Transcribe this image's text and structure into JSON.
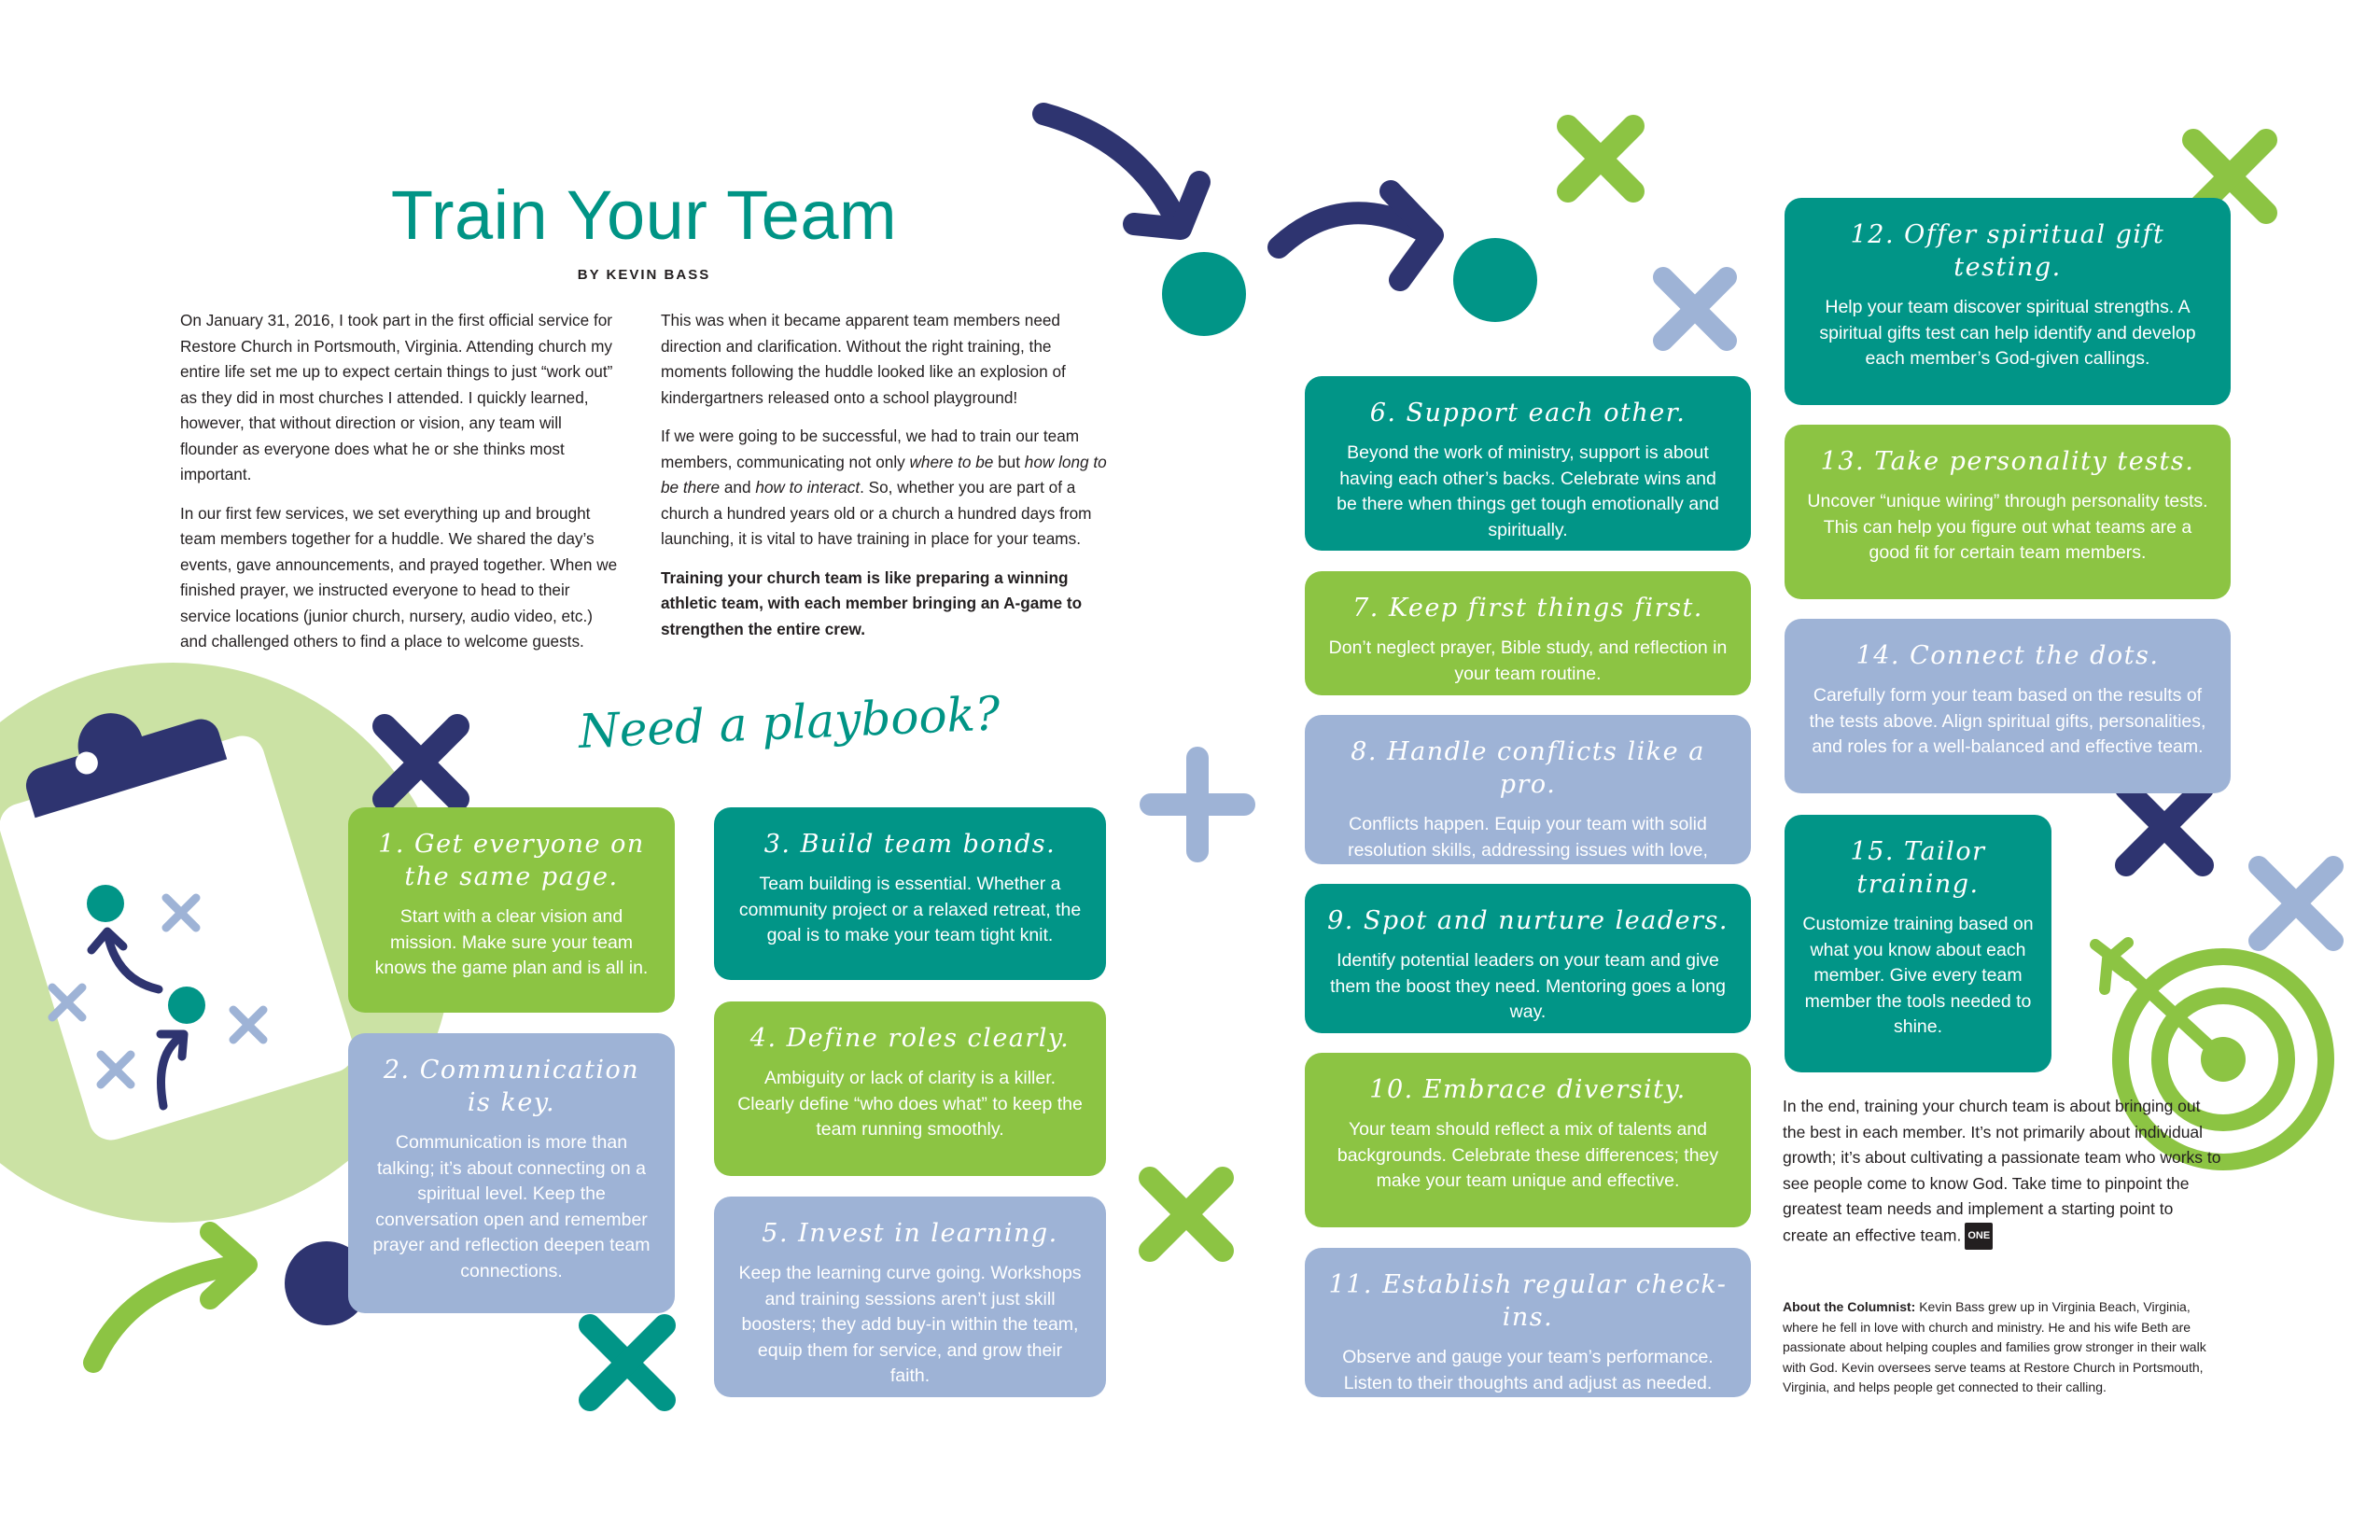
{
  "article": {
    "title": "Train Your Team",
    "byline": "BY KEVIN BASS",
    "col1": {
      "p1": "On January 31, 2016, I took part in the first official service for Restore Church in Portsmouth, Virginia. Attending church my entire life set me up to expect certain things to just “work out” as they did in most churches I attended. I quickly learned, however, that without direction or vision, any team will flounder as everyone does what he or she thinks most important.",
      "p2": "In our first few services, we set everything up and brought team members together for a huddle. We shared the day’s events, gave announcements, and prayed together. When we finished prayer, we instructed everyone to head to their service locations (junior church, nursery, audio video, etc.) and challenged others to find a place to welcome guests."
    },
    "col2": {
      "p1": "This was when it became apparent team members need direction and clarification. Without the right training, the moments following the huddle looked like an explosion of kindergartners released onto a school playground!",
      "p2_a": "If we were going to be successful, we had to train our team members, communicating not only ",
      "p2_b": "where to be",
      "p2_c": " but ",
      "p2_d": "how long to be there",
      "p2_e": " and ",
      "p2_f": "how to interact",
      "p2_g": ". So, whether you are part of a church a hundred years old or a church a hundred days from launching, it is vital to have training in place for your teams.",
      "p3": "Training your church team is like preparing a winning athletic team, with each member bringing an A-game to strengthen the entire crew."
    },
    "playbook_heading": "Need a playbook?"
  },
  "tips": [
    {
      "title": "1. Get everyone on the same page.",
      "body": "Start with a clear vision and mission. Make sure your team knows the game plan and is all in.",
      "color": "green"
    },
    {
      "title": "2. Communication is key.",
      "body": "Communication is more than talking; it’s about connecting on a spiritual level. Keep the conversation open and remember prayer and reflection deepen team connections.",
      "color": "blue"
    },
    {
      "title": "3. Build team bonds.",
      "body": "Team building is essential. Whether a community project or a relaxed retreat, the goal is to make your team tight knit.",
      "color": "teal"
    },
    {
      "title": "4. Define roles clearly.",
      "body": "Ambiguity or lack of clarity is a killer. Clearly define “who does what” to keep the team running smoothly.",
      "color": "green"
    },
    {
      "title": "5. Invest in learning.",
      "body": "Keep the learning curve going. Workshops and training sessions aren’t just skill boosters; they add buy-in within the team, equip them for service, and grow their faith.",
      "color": "blue"
    },
    {
      "title": "6. Support each other.",
      "body": "Beyond the work of ministry, support is about having each other’s backs. Celebrate wins and be there when things get tough emotionally and spiritually.",
      "color": "teal"
    },
    {
      "title": "7. Keep first things first.",
      "body": "Don’t neglect prayer, Bible study, and reflection in your team routine.",
      "color": "green"
    },
    {
      "title": "8. Handle conflicts like a pro.",
      "body": "Conflicts happen. Equip your team with solid resolution skills, addressing issues with love, understanding, and forgiveness.",
      "color": "blue"
    },
    {
      "title": "9. Spot and nurture leaders.",
      "body": "Identify potential leaders on your team and give them the boost they need. Mentoring goes a long way.",
      "color": "teal"
    },
    {
      "title": "10. Embrace diversity.",
      "body": "Your team should reflect a mix of talents and backgrounds. Celebrate these differences; they make your team unique and effective.",
      "color": "green"
    },
    {
      "title": "11. Establish regular check-ins.",
      "body": "Observe and gauge your team’s performance. Listen to their thoughts and adjust as needed.",
      "color": "blue"
    },
    {
      "title": "12. Offer spiritual gift testing.",
      "body": "Help your team discover spiritual strengths. A spiritual gifts test can help identify and develop each member’s God-given callings.",
      "color": "teal"
    },
    {
      "title": "13. Take personality tests.",
      "body": "Uncover “unique wiring” through personality tests. This can help you figure out what teams are a good fit for certain team members.",
      "color": "green"
    },
    {
      "title": "14. Connect the dots.",
      "body": "Carefully form your team based on the results of the tests above. Align spiritual gifts, personalities, and roles for a well-balanced and effective team.",
      "color": "blue"
    },
    {
      "title": "15. Tailor training.",
      "body": "Customize training based on what you know about each member. Give every team member the tools needed to shine.",
      "color": "teal"
    }
  ],
  "closing": {
    "text": "In the end, training your church team is about bringing out the best in each member. It’s not primarily about individual growth; it’s about cultivating a passionate team who works to see people come to know God. Take time to pinpoint the greatest team needs and implement a starting point to create an effective team.",
    "end_mark": "ONE"
  },
  "about": {
    "label": "About the Columnist:",
    "text": " Kevin Bass grew up in Virginia Beach, Virginia, where he fell in love with church and ministry. He and his wife Beth are passionate about helping couples and families grow stronger in their walk with God. Kevin oversees serve teams at Restore Church in Portsmouth, Virginia, and helps people get connected to their calling."
  },
  "colors": {
    "teal": "#019587",
    "green": "#8cc443",
    "blue": "#9eb3d6",
    "navy": "#2e3470",
    "light_green": "#cbe2a4"
  },
  "icons": [
    "clipboard-icon",
    "target-arrow-icon",
    "curved-arrow-icon",
    "x-mark-icon",
    "plus-mark-icon",
    "dot-icon"
  ]
}
